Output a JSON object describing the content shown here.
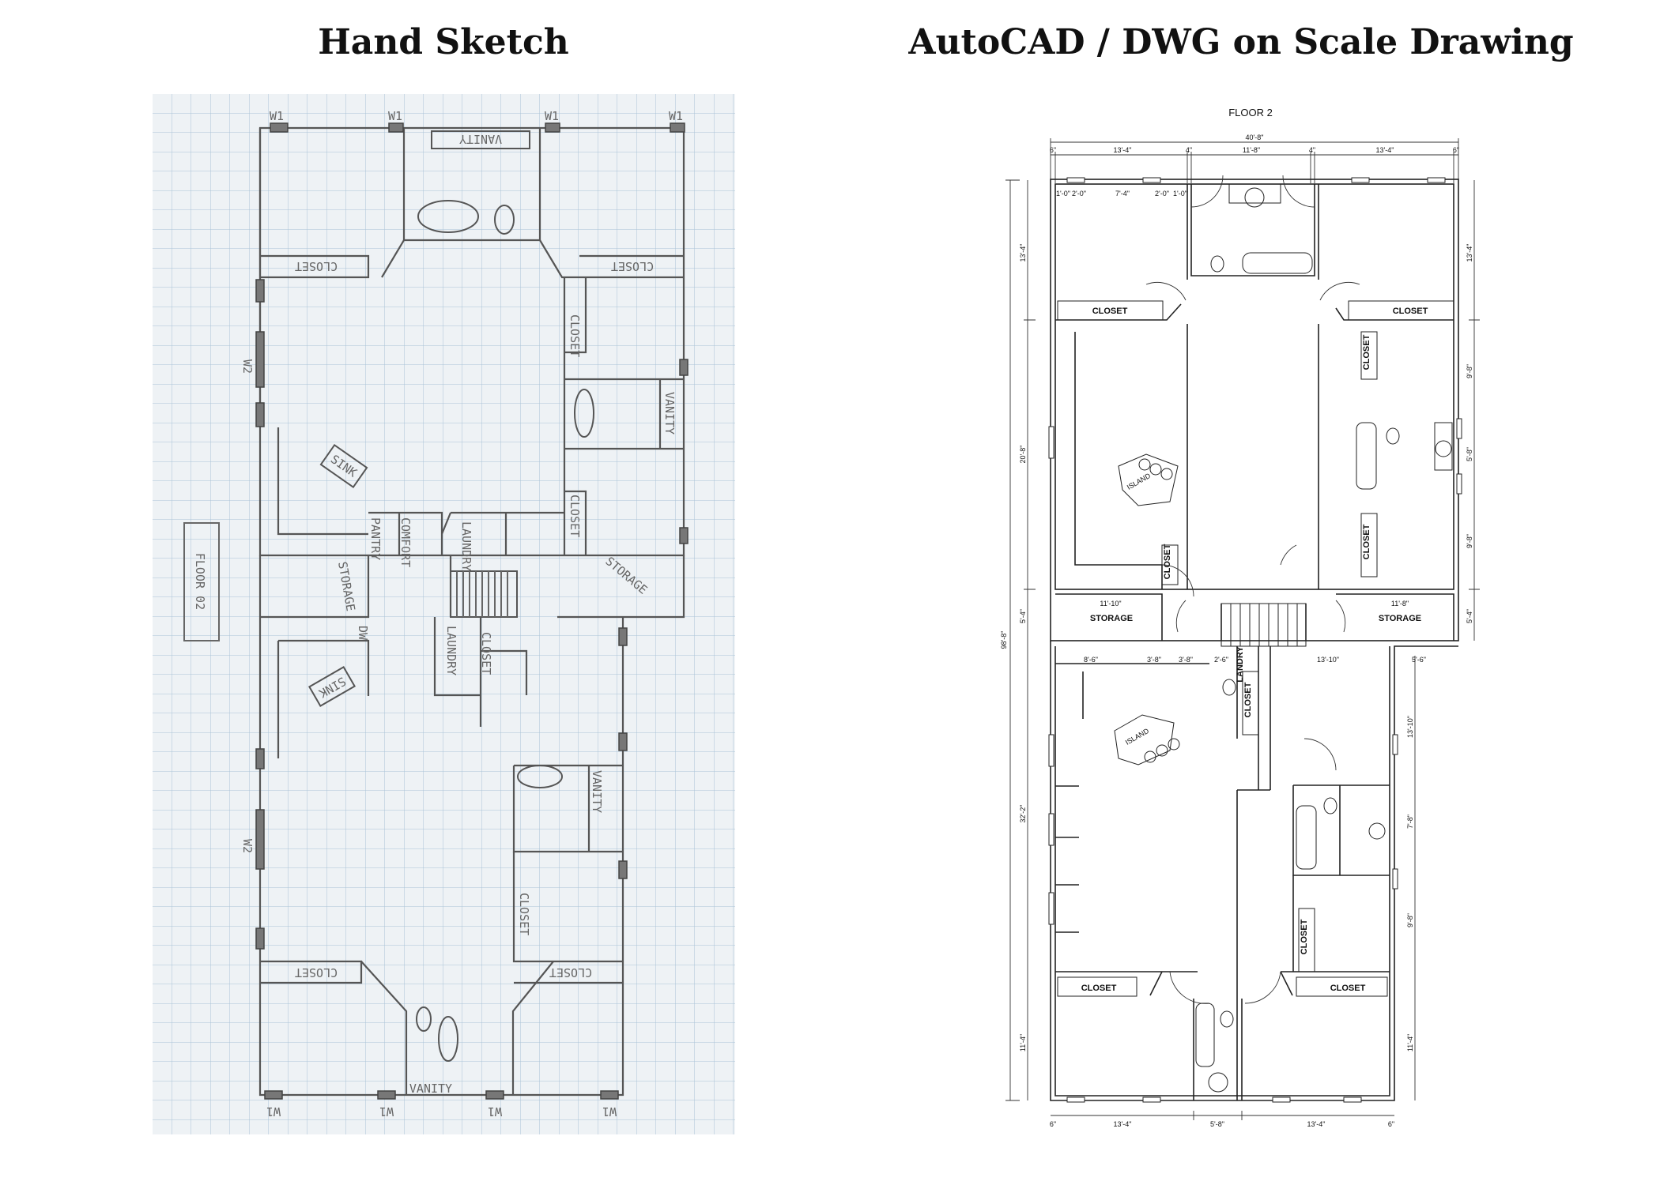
{
  "titles": {
    "left": "Hand Sketch",
    "right": "AutoCAD / DWG on Scale Drawing"
  },
  "sketch": {
    "floor_label": "FLOOR 02",
    "labels": {
      "vanity": "VANITY",
      "closet": "CLOSET",
      "storage": "STORAGE",
      "laundry": "LAUNDRY",
      "pantry": "PANTRY",
      "sink": "SINK",
      "dw": "DW",
      "w1": "W1",
      "w2": "W2",
      "comfort": "COMFORT"
    }
  },
  "cad": {
    "floor_label": "FLOOR 2",
    "labels": {
      "closet": "CLOSET",
      "storage": "STORAGE",
      "laundry": "LANDRY",
      "island": "ISLAND"
    },
    "dimensions": {
      "overall_width": "40'-8\"",
      "top_segments": [
        "6\"",
        "13'-4\"",
        "4\"",
        "11'-8\"",
        "4\"",
        "13'-4\"",
        "6\""
      ],
      "bottom_segments": [
        "6\"",
        "13'-4\"",
        "5'-8\"",
        "13'-4\"",
        "6\""
      ],
      "left_vertical": [
        "13'-4\"",
        "20'-8\"",
        "5'-4\"",
        "32'-2\"",
        "11'-4\""
      ],
      "right_vertical": [
        "13'-4\"",
        "9'-8\"",
        "5'-8\"",
        "9'-8\"",
        "5'-4\"",
        "13'-10\"",
        "7'-8\"",
        "9'-8\"",
        "11'-4\""
      ],
      "overall_height": "98'-8\"",
      "storage_left": "11'-10\"",
      "storage_right": "11'-8\"",
      "lower_top": [
        "8'-6\"",
        "3'-8\"",
        "3'-8\"",
        "2'-6\"",
        "13'-10\""
      ],
      "lower_ext": "5'-6\"",
      "upper_row": [
        "1'-0\"",
        "2'-0\"",
        "7'-4\"",
        "2'-0\"",
        "1'-0\""
      ]
    }
  }
}
